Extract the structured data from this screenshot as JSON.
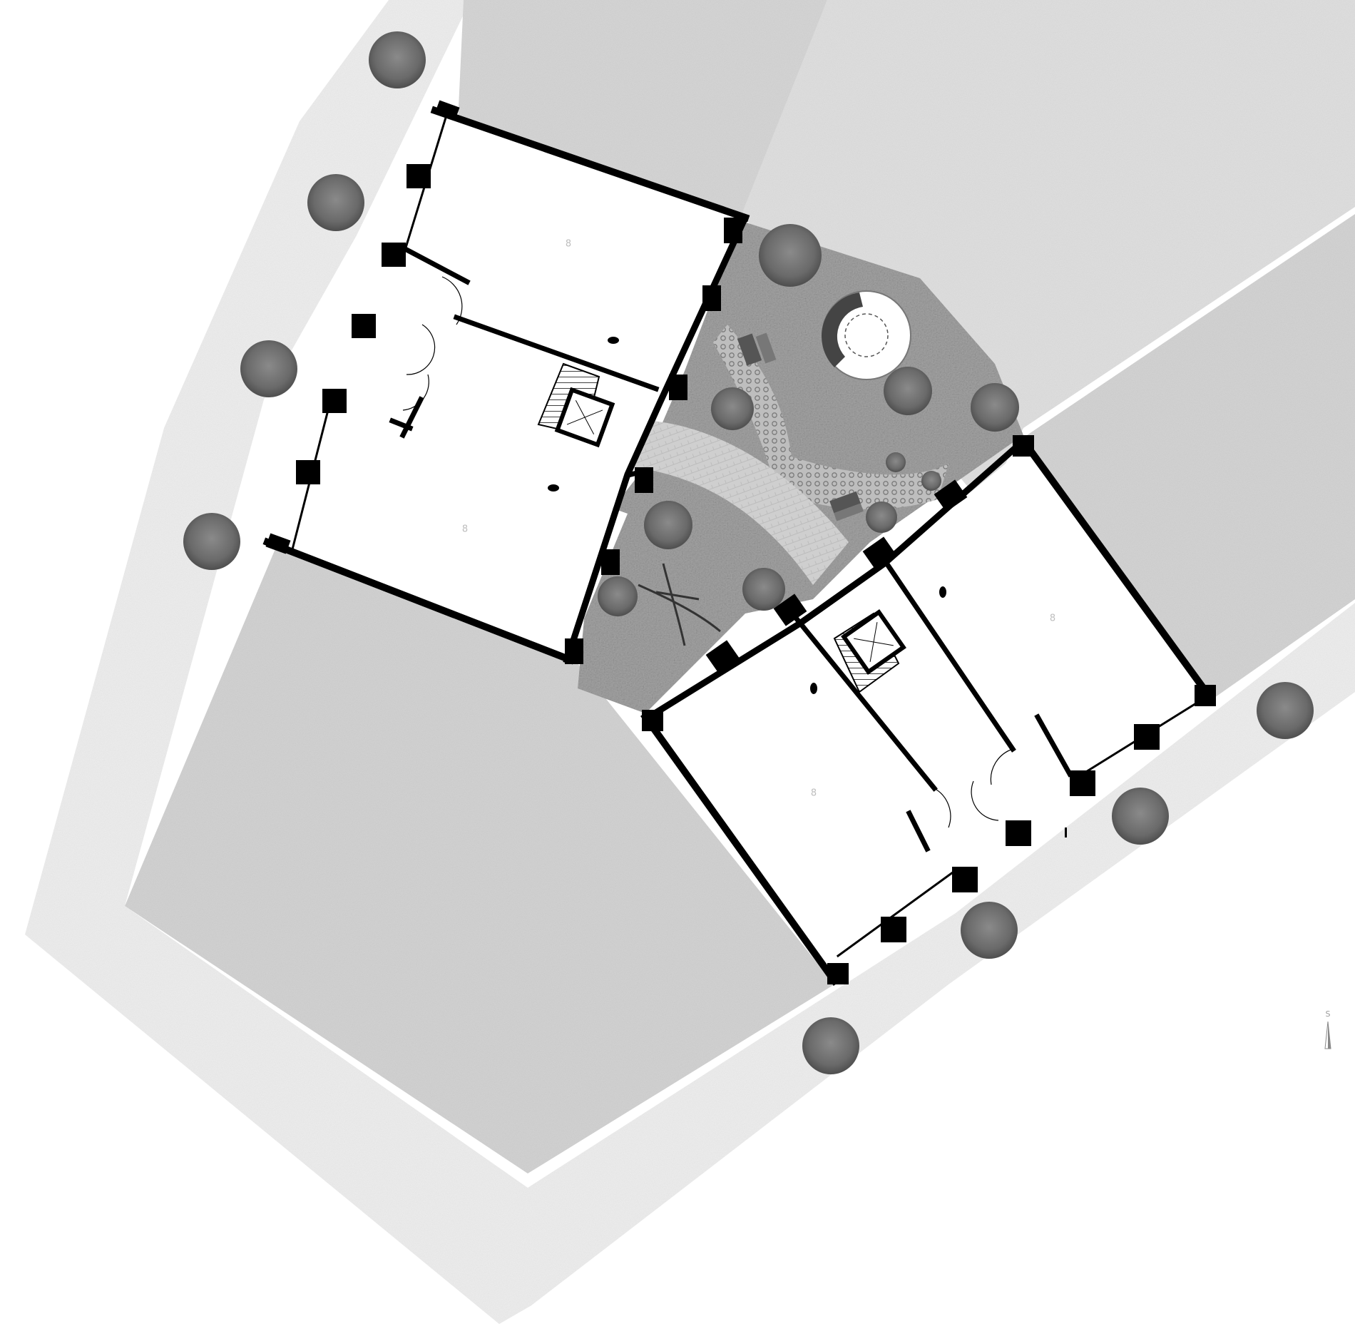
{
  "plan": {
    "room_labels": [
      "8",
      "8",
      "8",
      "8"
    ],
    "north_label": "S",
    "colors": {
      "background": "#ffffff",
      "plot_dark": "#d6d6d6",
      "plot_light": "#e2e2e2",
      "sidewalk": "#eeeeee",
      "courtyard": "#9b9b9b",
      "courtyard_light": "#b8b8b8",
      "walls": "#000000",
      "rooms": "#ffffff",
      "trees": "#6f6f6f"
    }
  }
}
